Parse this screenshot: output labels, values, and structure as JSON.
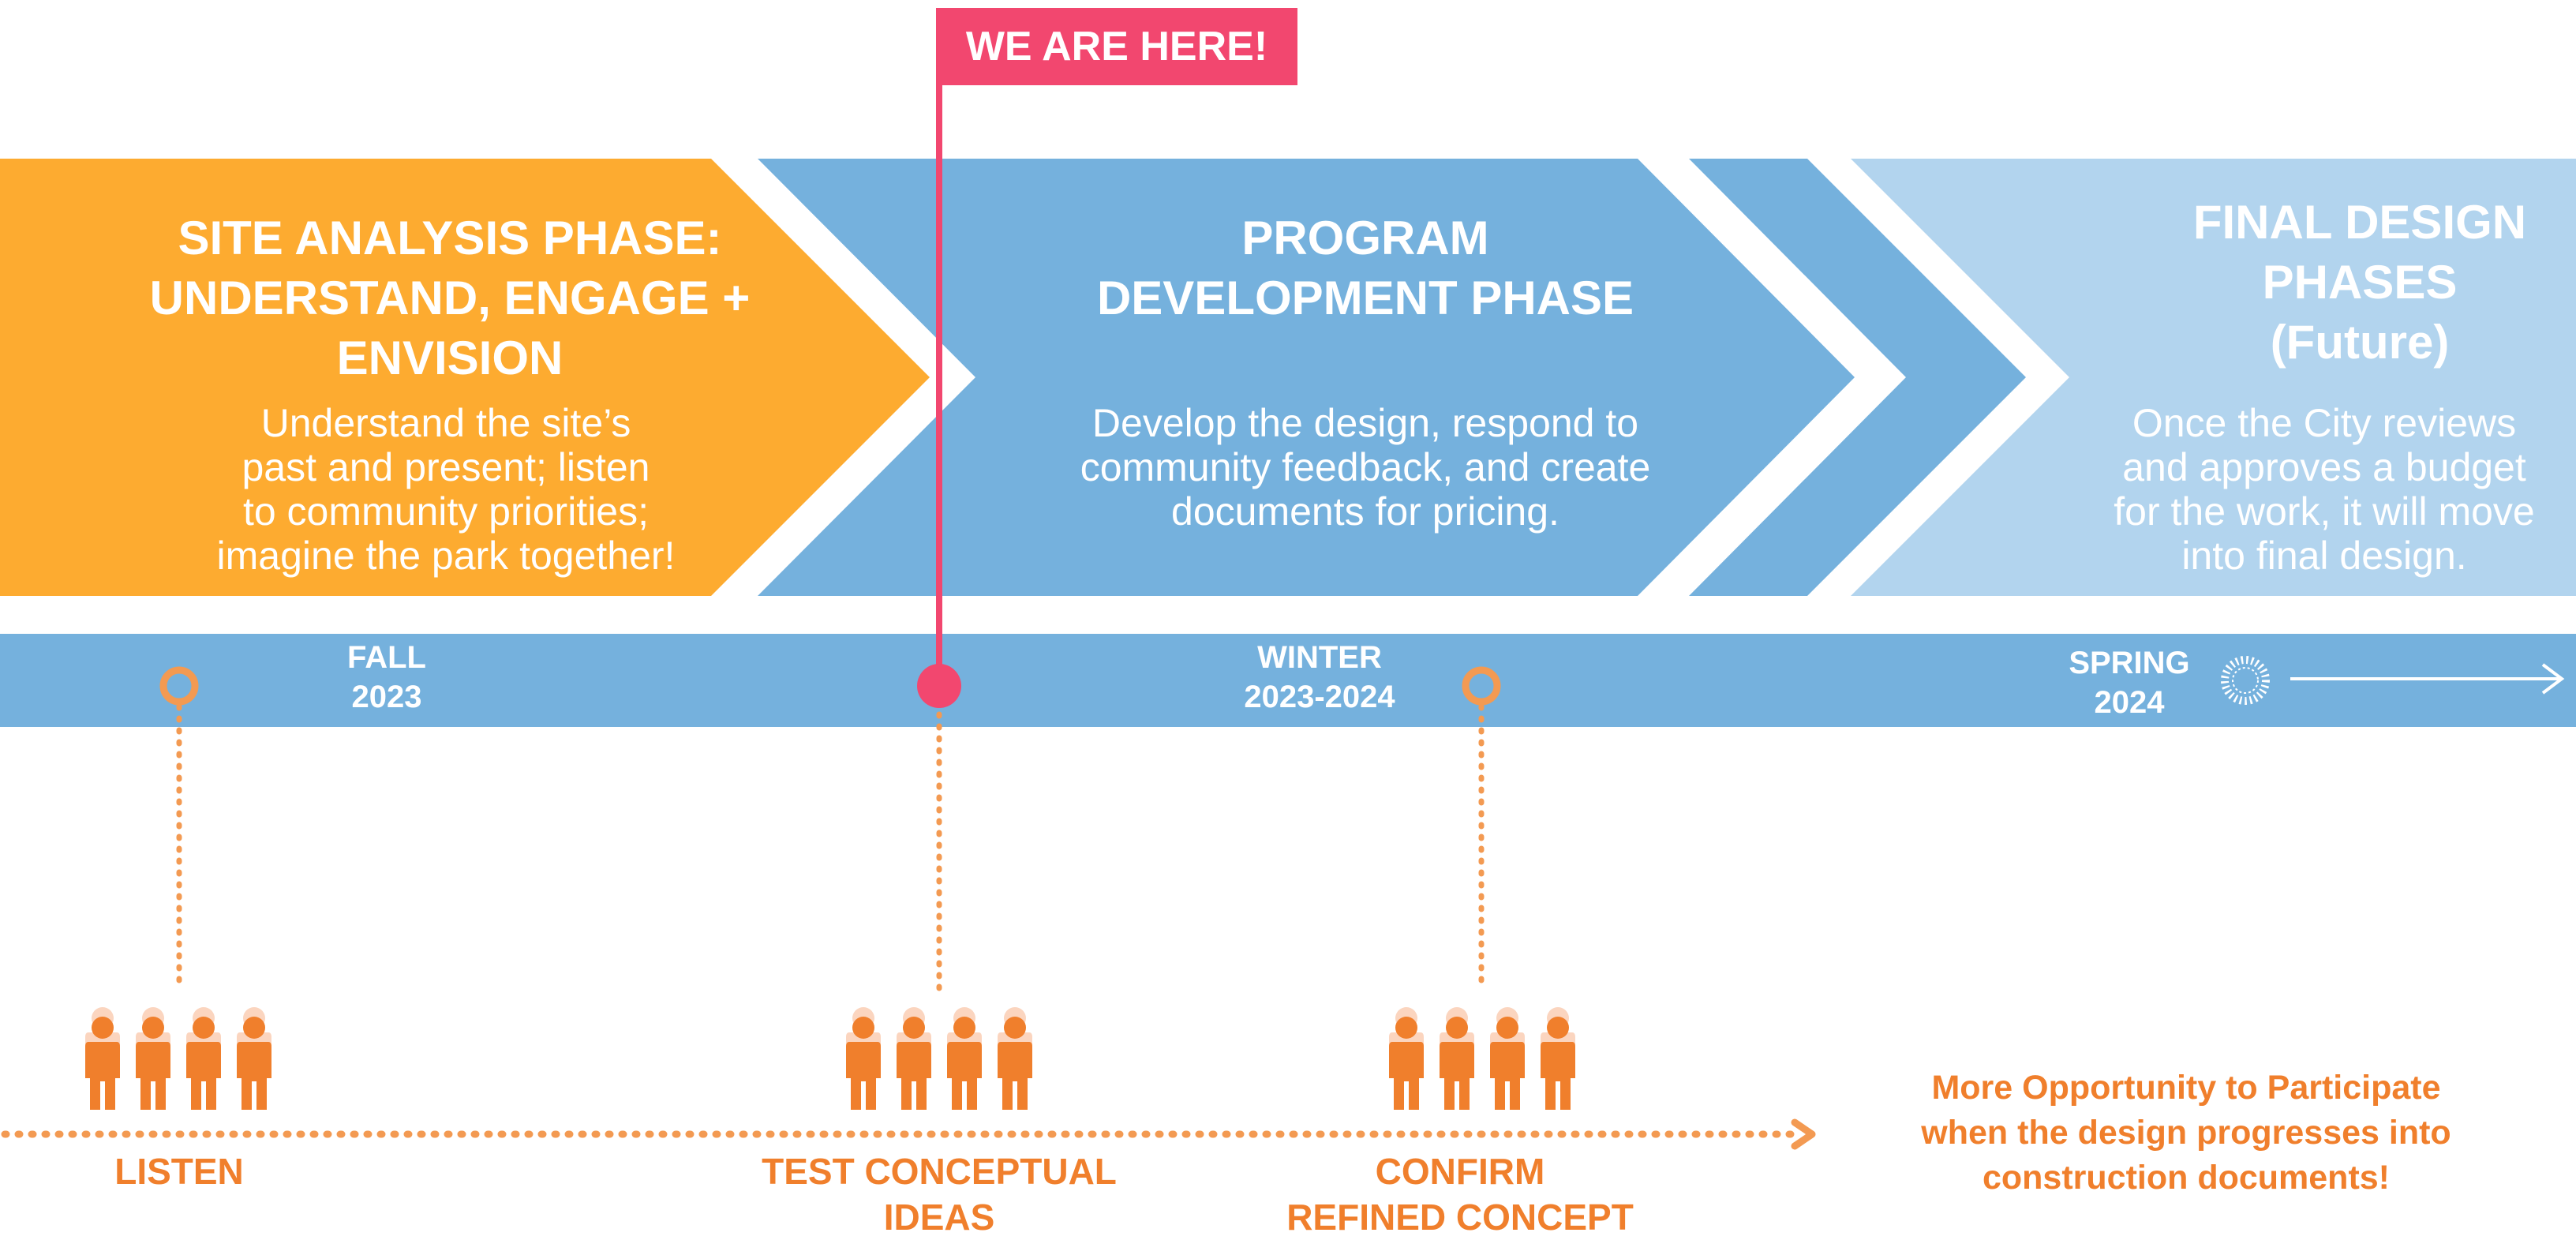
{
  "flag": {
    "label": "WE ARE HERE!"
  },
  "phases": [
    {
      "title": [
        "SITE ANALYSIS PHASE:",
        "UNDERSTAND, ENGAGE +",
        "ENVISION"
      ],
      "description": [
        "Understand the site’s",
        "past and present; listen",
        "to community priorities;",
        "imagine the park together!"
      ],
      "color": "#fdab30"
    },
    {
      "title": [
        "PROGRAM",
        "DEVELOPMENT PHASE"
      ],
      "description": [
        "Develop the design, respond to",
        "community feedback, and create",
        "documents for pricing."
      ],
      "color": "#75b1dd"
    },
    {
      "title": [
        "FINAL DESIGN",
        "PHASES",
        "(Future)"
      ],
      "description": [
        "Once the City reviews",
        "and approves a budget",
        "for the work, it will move",
        "into final design."
      ],
      "color": "#b2d4ee"
    }
  ],
  "timeline": {
    "color": "#75b1dd",
    "seasons": [
      {
        "lines": [
          "FALL",
          "2023"
        ]
      },
      {
        "lines": [
          "WINTER",
          "2023-2024"
        ]
      },
      {
        "lines": [
          "SPRING",
          "2024"
        ]
      }
    ]
  },
  "engagements": [
    {
      "lines": [
        "LISTEN"
      ],
      "icon": "people-group-icon"
    },
    {
      "lines": [
        "TEST CONCEPTUAL",
        "IDEAS"
      ],
      "icon": "people-group-icon"
    },
    {
      "lines": [
        "CONFIRM",
        "REFINED CONCEPT"
      ],
      "icon": "people-group-icon"
    }
  ],
  "note": {
    "lines": [
      "More Opportunity to Participate",
      "when the design progresses into",
      "construction documents!"
    ]
  },
  "colors": {
    "accent": "#f2476f",
    "orange": "#f07f2c",
    "people_light": "#fbd5bf",
    "marker": "#f39a52"
  }
}
